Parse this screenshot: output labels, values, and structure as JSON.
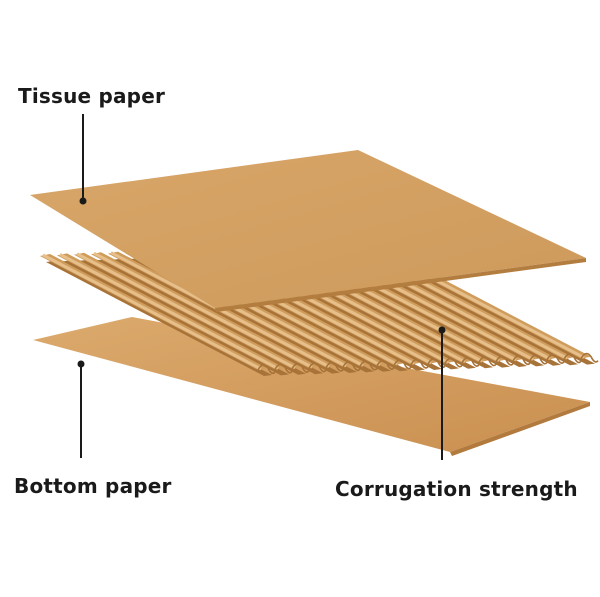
{
  "labels": {
    "tissue": "Tissue paper",
    "bottom": "Bottom paper",
    "corrugation": "Corrugation strength"
  },
  "colors": {
    "sheet_top": "#d2a063",
    "sheet_bottom": "#d6a064",
    "flute_light": "#e6bf8a",
    "flute_mid": "#cf9c5c",
    "flute_dark": "#a87338",
    "leader": "#1a1a1a"
  }
}
